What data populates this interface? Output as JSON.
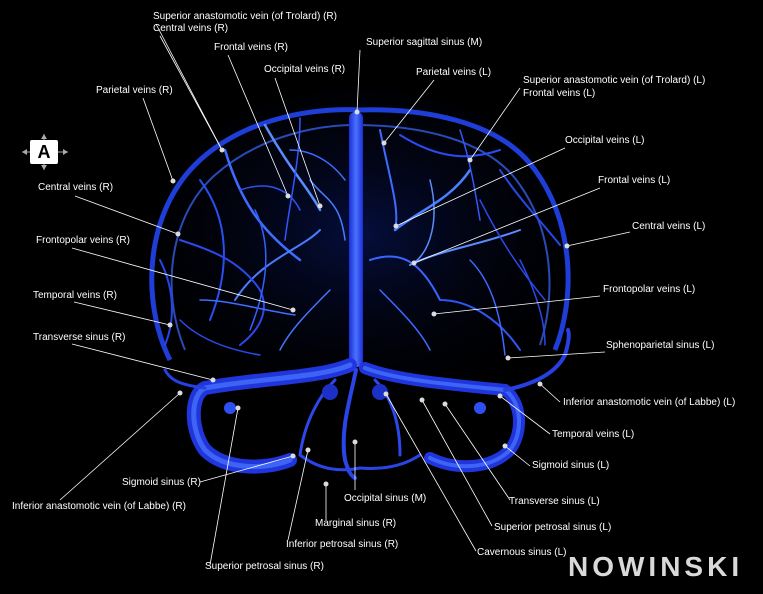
{
  "view": {
    "orientation_letter": "A"
  },
  "labels": {
    "superior_anastomotic_r": "Superior anastomotic vein (of Trolard) (R)",
    "central_r_top": "Central veins (R)",
    "frontal_r_top": "Frontal veins (R)",
    "superior_sagittal_sinus": "Superior sagittal sinus (M)",
    "occipital_r_top": "Occipital veins (R)",
    "parietal_l": "Parietal veins (L)",
    "superior_anastomotic_l": "Superior anastomotic vein (of Trolard) (L)",
    "frontal_l_top": "Frontal veins (L)",
    "parietal_r": "Parietal veins (R)",
    "occipital_l": "Occipital veins (L)",
    "central_r": "Central veins (R)",
    "frontal_l": "Frontal veins (L)",
    "central_l": "Central veins (L)",
    "frontopolar_r": "Frontopolar veins (R)",
    "temporal_r": "Temporal veins (R)",
    "frontopolar_l": "Frontopolar veins (L)",
    "transverse_r": "Transverse sinus (R)",
    "sphenoparietal_l": "Sphenoparietal sinus (L)",
    "inferior_anastomotic_l": "Inferior anastomotic vein (of Labbe) (L)",
    "temporal_l": "Temporal veins (L)",
    "sigmoid_l": "Sigmoid sinus (L)",
    "sigmoid_r": "Sigmoid sinus (R)",
    "occipital_sinus": "Occipital sinus (M)",
    "transverse_l": "Transverse sinus (L)",
    "inferior_anastomotic_r": "Inferior anastomotic vein (of Labbe) (R)",
    "marginal_r": "Marginal sinus (R)",
    "superior_petrosal_l": "Superior petrosal sinus (L)",
    "inferior_petrosal_r": "Inferior petrosal sinus (R)",
    "cavernous_l": "Cavernous sinus (L)",
    "superior_petrosal_r": "Superior petrosal sinus (R)"
  },
  "logo_text": "NOWINSKI",
  "colors": {
    "background": "#000000",
    "vessel_dark": "#1a2fd0",
    "vessel_light": "#3f7fff",
    "label": "#ffffff",
    "leader": "#ffffff"
  }
}
